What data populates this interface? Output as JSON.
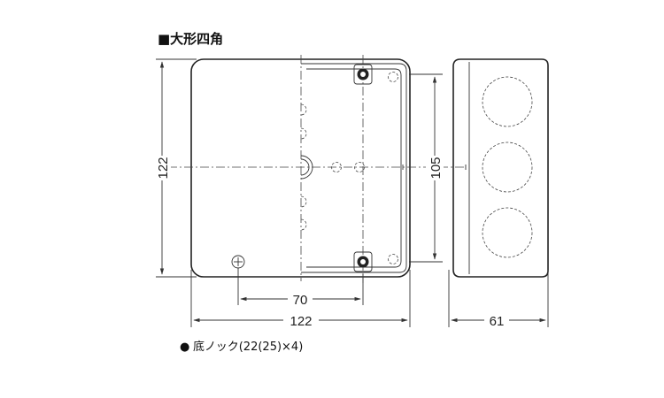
{
  "title": "■大形四角",
  "dimensions": {
    "height_left": "122",
    "height_inner": "105",
    "width_inner": "70",
    "width_total": "122",
    "depth": "61"
  },
  "note": {
    "bullet": "●",
    "text": "底ノック(22(25)×4)"
  },
  "icons": {
    "title_square": "filled-square",
    "mount_screw": "phillips-screw",
    "knockout": "dashed-circle"
  }
}
